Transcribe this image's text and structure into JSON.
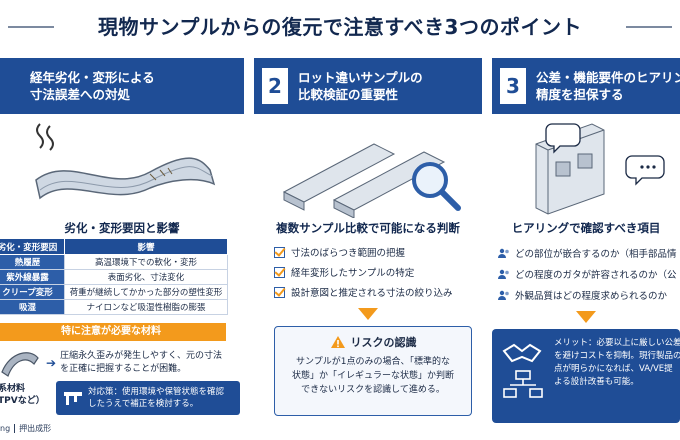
{
  "title": "現物サンプルからの復元で注意すべき3つのポイント",
  "col1": {
    "banner": [
      "経年劣化・変形による",
      "寸法誤差への対処"
    ],
    "subhead": "劣化・変形要因と影響",
    "table": {
      "headers": [
        "劣化・変形要因",
        "影響"
      ],
      "rows": [
        [
          "熱履歴",
          "高温環境下での軟化・変形"
        ],
        [
          "紫外線暴露",
          "表面劣化、寸法変化"
        ],
        [
          "クリープ変形",
          "荷重が継続してかかった部分の塑性変形"
        ],
        [
          "吸湿",
          "ナイロンなど吸湿性樹脂の膨張"
        ]
      ]
    },
    "warn": "特に注意が必要な材料",
    "material_label": [
      "系材料",
      "TPVなど）"
    ],
    "material_text": [
      "圧縮永久歪みが発生しやすく、元の寸法",
      "を正確に把握することが困難。"
    ],
    "tip": [
      "対応策：使用環境や保管状態を確認",
      "したうえで補正を検討する。"
    ]
  },
  "col2": {
    "num": "2",
    "banner": [
      "ロット違いサンプルの",
      "比較検証の重要性"
    ],
    "subhead": "複数サンプル比較で可能になる判断",
    "checks": [
      "寸法のばらつき範囲の把握",
      "経年変形したサンプルの特定",
      "設計意図と推定される寸法の絞り込み"
    ],
    "risk_title": "リスクの認識",
    "risk_body": [
      "サンプルが1点のみの場合、「標準的な",
      "状態」か「イレギュラーな状態」か判断",
      "できないリスクを認識して進める。"
    ]
  },
  "col3": {
    "num": "3",
    "banner": [
      "公差・機能要件のヒアリング",
      "精度を担保する"
    ],
    "subhead": "ヒアリングで確認すべき項目",
    "items": [
      "どの部位が嵌合するのか（相手部品情",
      "どの程度のガタが許容されるのか（公",
      "外観品質はどの程度求められるのか"
    ],
    "merit": [
      "メリット：必要以上に厳しい公差",
      "を避けコストを抑制。現行製品の",
      "点が明らかになれば、VA/VE提",
      "よる設計改善も可能。"
    ]
  },
  "footer": [
    "ng",
    "押出成形"
  ],
  "colors": {
    "navy": "#1f4d96",
    "orange": "#f39a1c"
  }
}
